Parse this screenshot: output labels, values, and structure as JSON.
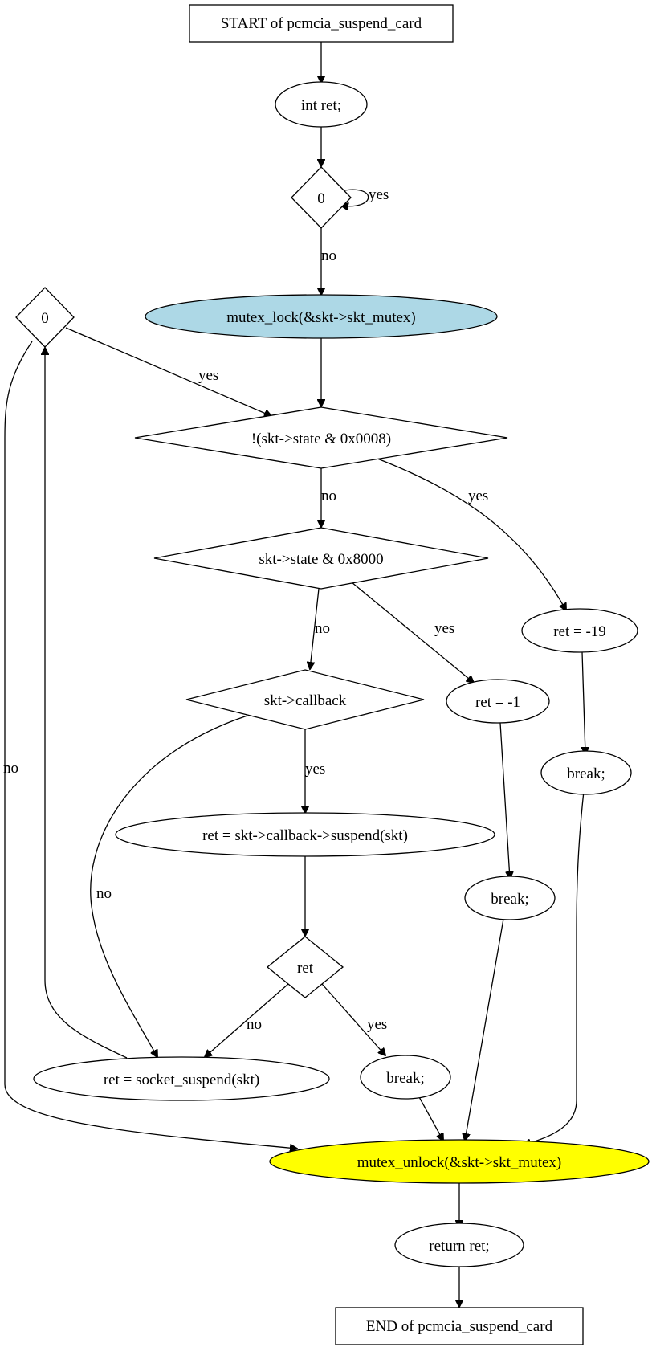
{
  "nodes": {
    "start": {
      "label": "START of pcmcia_suspend_card"
    },
    "int_ret": {
      "label": "int ret;"
    },
    "cond0_top": {
      "label": "0"
    },
    "mutex_lock": {
      "label": "mutex_lock(&skt->skt_mutex)",
      "fill": "#add8e6"
    },
    "cond0_left": {
      "label": "0"
    },
    "cond_state8": {
      "label": "!(skt->state & 0x0008)"
    },
    "cond_state8000": {
      "label": "skt->state & 0x8000"
    },
    "cond_callback": {
      "label": "skt->callback"
    },
    "ret_m19": {
      "label": "ret = -19"
    },
    "ret_m1": {
      "label": "ret = -1"
    },
    "break1": {
      "label": "break;"
    },
    "ret_callback": {
      "label": "ret = skt->callback->suspend(skt)"
    },
    "break2": {
      "label": "break;"
    },
    "cond_ret": {
      "label": "ret"
    },
    "ret_socket": {
      "label": "ret = socket_suspend(skt)"
    },
    "break3": {
      "label": "break;"
    },
    "mutex_unlock": {
      "label": "mutex_unlock(&skt->skt_mutex)",
      "fill": "#ffff00"
    },
    "return_ret": {
      "label": "return ret;"
    },
    "end": {
      "label": "END of pcmcia_suspend_card"
    }
  },
  "edges": {
    "yes_top_loop": "yes",
    "no_top": "no",
    "yes_left": "yes",
    "no_left": "no",
    "no_state8": "no",
    "yes_state8": "yes",
    "no_state8000": "no",
    "yes_state8000": "yes",
    "yes_callback": "yes",
    "no_callback": "no",
    "no_ret": "no",
    "yes_ret": "yes"
  }
}
